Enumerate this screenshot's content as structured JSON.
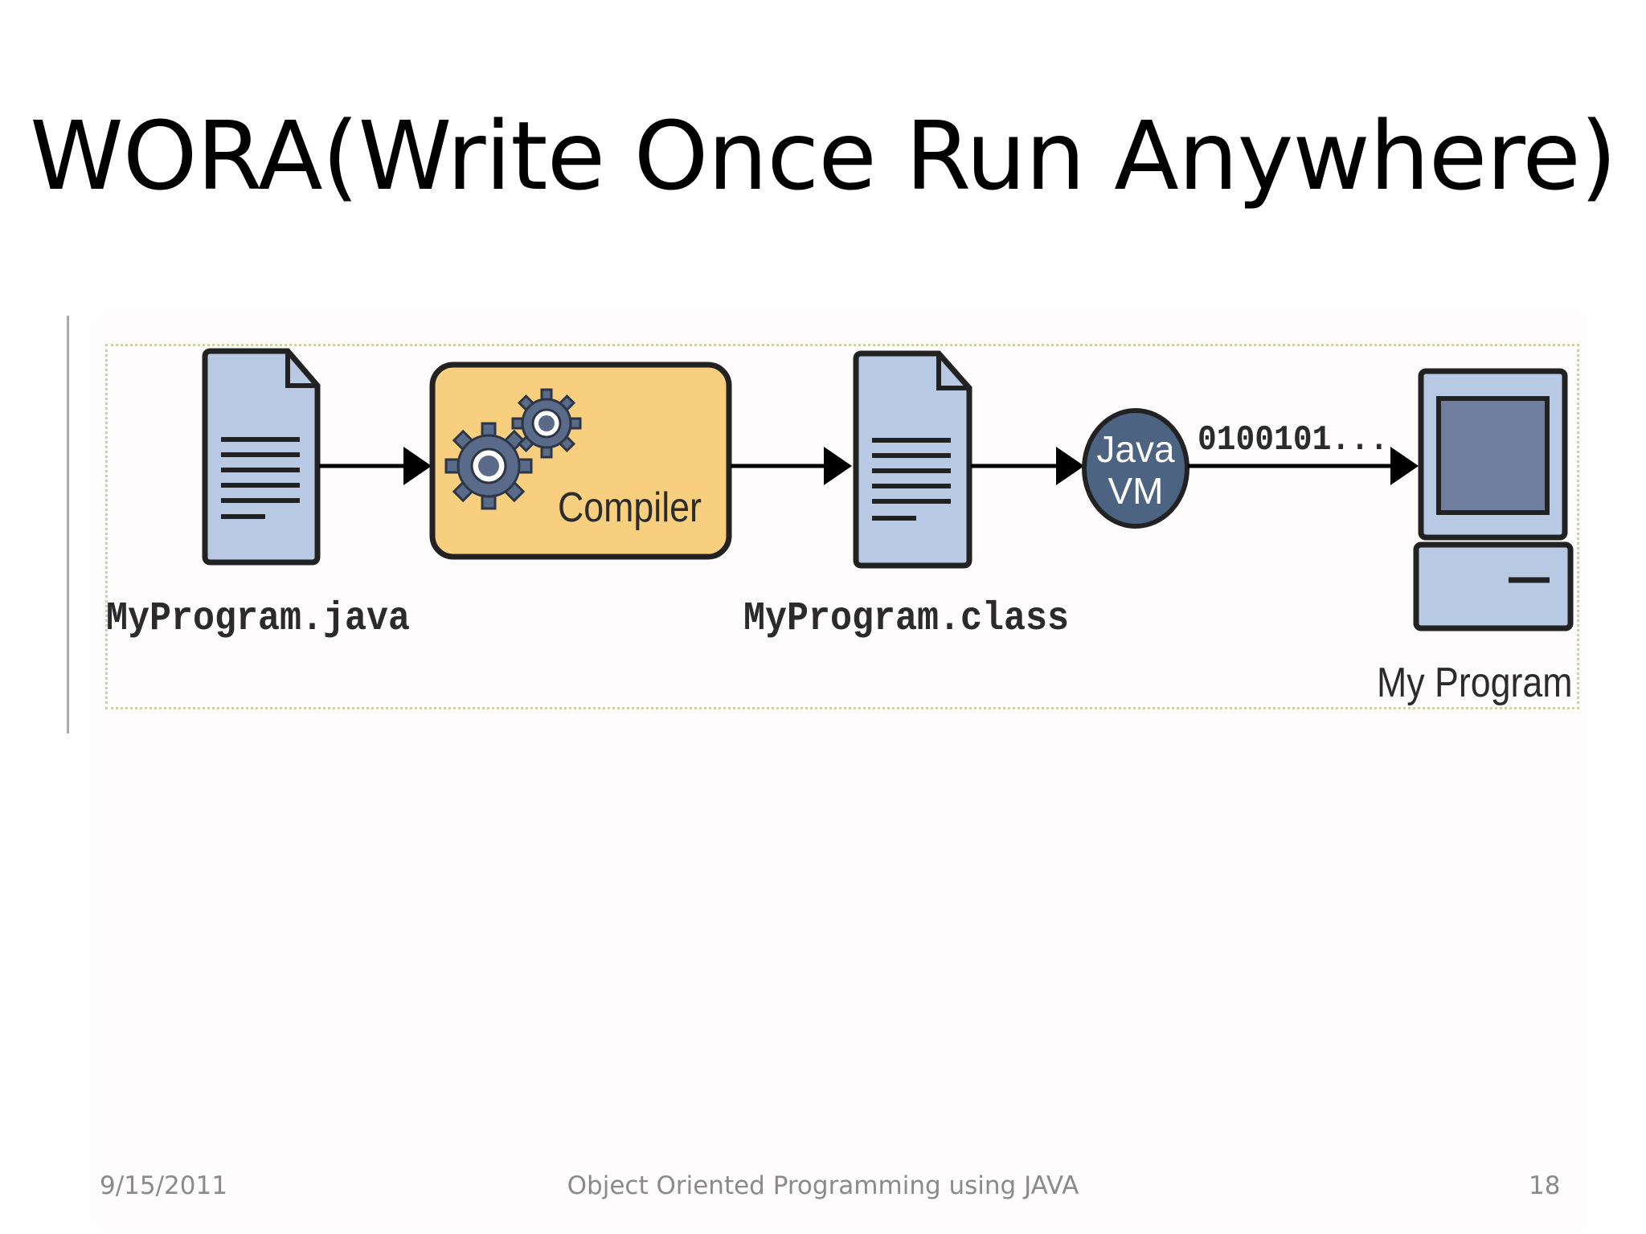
{
  "slide": {
    "title": "WORA(Write Once Run Anywhere)"
  },
  "diagram": {
    "source_file_label": "MyProgram.java",
    "compiler_label": "Compiler",
    "class_file_label": "MyProgram.class",
    "jvm_label_line1": "Java",
    "jvm_label_line2": "VM",
    "bytecode_label": "0100101...",
    "output_label": "My Program"
  },
  "footer": {
    "date": "9/15/2011",
    "course": "Object Oriented Programming using JAVA",
    "page_number": "18"
  },
  "colors": {
    "document_fill": "#b8c9e3",
    "compiler_fill": "#f7cf7e",
    "jvm_fill": "#4d6382",
    "screen_fill": "#6f7fa0"
  },
  "icons": [
    "source-file-icon",
    "gears-icon",
    "class-file-icon",
    "computer-icon"
  ]
}
